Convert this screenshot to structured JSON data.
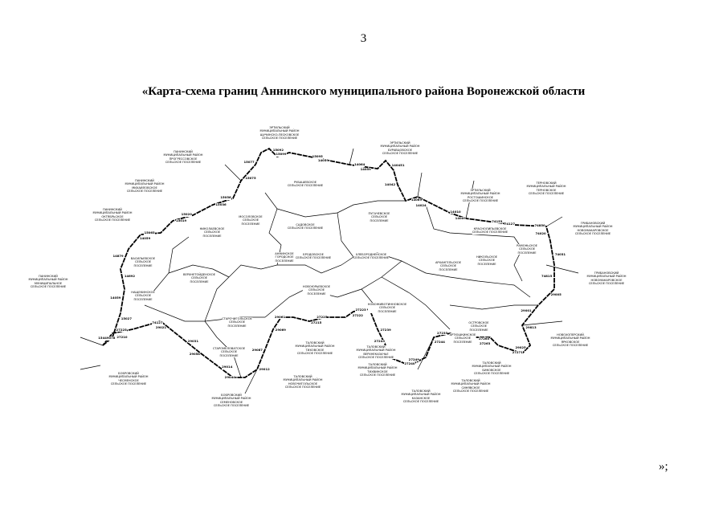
{
  "page_number": "3",
  "title": "«Карта-схема границ Аннинского муниципального района Воронежской области",
  "closing": "»;",
  "map": {
    "regions": [
      "Эртильский\nмуниципальный район\nЩучинско-Песковское\nсельское поселение",
      "Панинский\nмуниципальный район\nПрогрессовское\nсельское поселение",
      "Эртильский\nмуниципальный район\nБуравцовское\nсельское поселение",
      "Панинский\nмуниципальный район\nМихайловское\nсельское поселение",
      "Панинский\nмуниципальный район\nОктябрьское\nсельское поселение",
      "Рубашевское\nсельское поселение",
      "Эртильский\nмуниципальный район\nРостошинское\nсельское поселение",
      "Терновский\nмуниципальный район\nТерновское\nсельское поселение",
      "Грибановский\nмуниципальный район\nНовомакаровское\nсельское поселение",
      "Мосоловское\nсельское\nпоселение",
      "Садовское\nсельское поселение",
      "Пугачевское\nсельское\nпоселение",
      "Николаевское\nсельское\nпоселение",
      "Краснолипьевское\nсельское поселение",
      "Аннинское\nгородское\nпоселение",
      "Бродовское\nсельское поселение",
      "Хлебородненское\nсельское поселение",
      "Архангельское\nсельское\nпоселение",
      "Никольское\nсельское\nпоселение",
      "Рамоньское\nсельское\nпоселение",
      "Васильевское\nсельское\nпоселение",
      "Панинский\nмуниципальный район\nмуниципальное\nсельское поселение",
      "Верхнетойденское\nсельское\nпоселение",
      "Нащекинское\nсельское\nпоселение",
      "Новоюрьевское\nсельское\nпоселение",
      "Старочигольское\nсельское\nпоселение",
      "Бобровский\nмуниципальный район\nЧесменское\nсельское поселение",
      "Старомеловатское\nсельское\nпоселение",
      "Таловский\nмуниципальный район\nТиховское\nсельское поселение",
      "Новоживотинновское\nсельское\nпоселение",
      "Островское\nсельское\nпоселение",
      "Таловский\nмуниципальный район\nВерхнеказачье\nсельское поселение",
      "Таловский\nмуниципальный район\nТихвинское\nсельское поселение",
      "Артюшкинское\nсельское\nпоселение",
      "Новохоперский\nмуниципальный район\nЯрковское\nсельское поселение",
      "Таловский\nмуниципальный район\nНовочигольское\nсельское поселение",
      "Бобровский\nмуниципальный район\nСеменовское\nсельское поселение",
      "Таловский\nмуниципальный район\nКазанское\nсельское поселение",
      "Таловский\nмуниципальный район\nБиковское\nсельское поселение",
      "Таловский\nмуниципальный район\nСинявское\nсельское поселение",
      "Грибановский\nмуниципальный район\nНовомакаровское\nсельское поселение"
    ],
    "points": [
      "15449078",
      "15027",
      "14059",
      "14692",
      "14879",
      "14059",
      "15065",
      "15019",
      "15020",
      "15036",
      "15056",
      "15075",
      "15077",
      "15092",
      "15099",
      "15095",
      "14059",
      "14064",
      "14059",
      "140451",
      "14042",
      "14069",
      "14024",
      "14010",
      "14009",
      "74153",
      "74127",
      "74850",
      "74020",
      "74031",
      "74815",
      "29005",
      "29001",
      "29813",
      "29025",
      "27271",
      "27265",
      "27263",
      "27233",
      "27244",
      "27249",
      "27240",
      "27243",
      "27239",
      "27223",
      "27222",
      "27225",
      "27215",
      "29061",
      "29069",
      "29087",
      "29012",
      "29044",
      "29014",
      "29058",
      "29031",
      "29021",
      "74127",
      "27225",
      "27210"
    ]
  },
  "colors": {
    "ink": "#000000",
    "background": "#ffffff"
  }
}
